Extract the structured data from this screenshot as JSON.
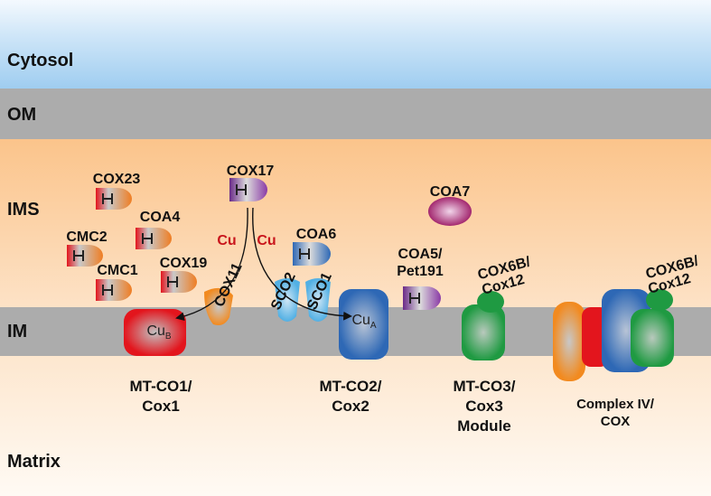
{
  "compartments": {
    "cytosol": "Cytosol",
    "om": "OM",
    "ims": "IMS",
    "im": "IM",
    "matrix": "Matrix"
  },
  "chaperones": {
    "cox23": "COX23",
    "coa4": "COA4",
    "cmc2": "CMC2",
    "cmc1": "CMC1",
    "cox19": "COX19",
    "cox17": "COX17",
    "coa6": "COA6",
    "coa7": "COA7",
    "coa5": "COA5/",
    "pet191": "Pet191",
    "cox11": "COX11",
    "sco2": "SCO2",
    "sco1": "SCO1",
    "cox6b_line1": "COX6B/",
    "cox6b_line2": "Cox12",
    "cox6b2_line1": "COX6B/",
    "cox6b2_line2": "Cox12"
  },
  "copper": {
    "cu_left": "Cu",
    "cu_right": "Cu",
    "cub_main": "Cu",
    "cub_sub": "B",
    "cua_main": "Cu",
    "cua_sub": "A"
  },
  "modules": {
    "co1_line1": "MT-CO1/",
    "co1_line2": "Cox1",
    "co2_line1": "MT-CO2/",
    "co2_line2": "Cox2",
    "co3_line1": "MT-CO3/",
    "co3_line2": "Cox3",
    "co3_line3": "Module",
    "cx_line1": "Complex IV/",
    "cx_line2": "COX"
  },
  "colors": {
    "cytosol": "#9fcdf0",
    "membrane": "#acacac",
    "ims": "#fbc48b",
    "cox1": "#e3151d",
    "cox2": "#2e68b5",
    "cox3": "#1f9a42",
    "purple": "#7a2f94",
    "orange": "#f28a1f",
    "lightblue": "#52b0e4"
  }
}
